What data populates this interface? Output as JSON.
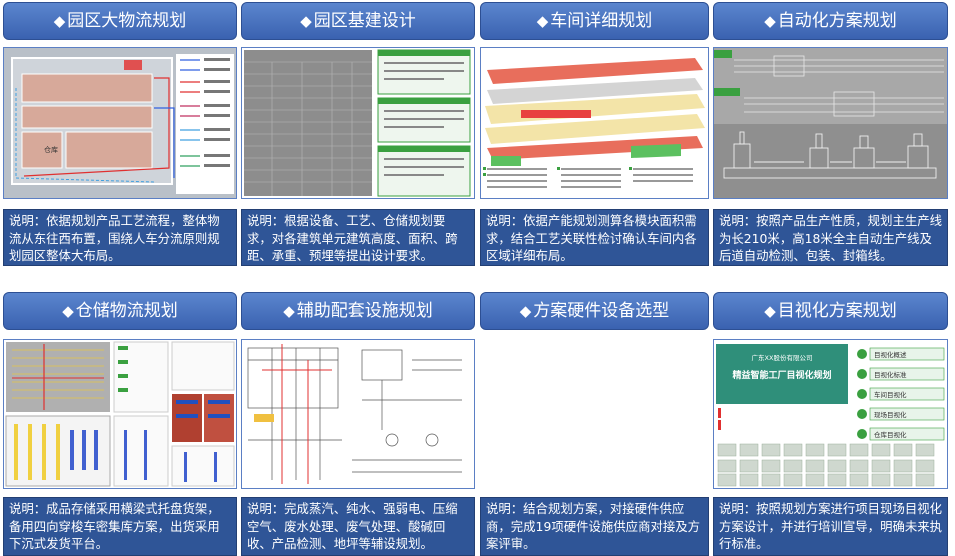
{
  "cards": [
    {
      "title": "园区大物流规划",
      "desc": "说明：依据规划产品工艺流程，整体物流从东往西布置，围绕人车分流原则规划园区整体大布局。"
    },
    {
      "title": "园区基建设计",
      "desc": "说明：根据设备、工艺、仓储规划要求，对各建筑单元建筑高度、面积、跨距、承重、预埋等提出设计要求。"
    },
    {
      "title": "车间详细规划",
      "desc": "说明：依据产能规划测算各模块面积需求，结合工艺关联性检讨确认车间内各区域详细布局。"
    },
    {
      "title": "自动化方案规划",
      "desc": "说明：按照产品生产性质，规划主生产线为长210米，高18米全主自动生产线及后道自动检测、包装、封箱线。"
    },
    {
      "title": "仓储物流规划",
      "desc": "说明：成品存储采用横梁式托盘货架，备用四向穿梭车密集库方案，出货采用下沉式发货平台。"
    },
    {
      "title": "辅助配套设施规划",
      "desc": "说明：完成蒸汽、纯水、强弱电、压缩空气、废水处理、废气处理、酸碱回收、产品检测、地坪等辅设规划。"
    },
    {
      "title": "方案硬件设备选型",
      "desc": "说明：结合规划方案，对接硬件供应商，完成19项硬件设施供应商对接及方案评审。"
    },
    {
      "title": "目视化方案规划",
      "desc": "说明：按照规划方案进行项目现场目视化方案设计，并进行培训宣导，明确未来执行标准。"
    }
  ],
  "bullet": "◆",
  "images": {
    "plan_text": "仓库",
    "visual_doc_title": "精益智能工厂目视化规划",
    "visual_doc_company": "广东XX股份有限公司",
    "visual_items": [
      "目视化概述",
      "目视化标准",
      "车间目视化",
      "现场目视化",
      "仓库目视化"
    ]
  },
  "colors": {
    "header": "#4472c4",
    "desc": "#2f5597",
    "accent_red": "#e03030",
    "accent_green": "#3aa040"
  }
}
